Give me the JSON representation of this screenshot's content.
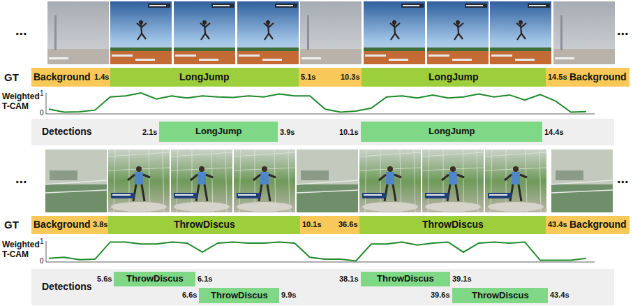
{
  "diagram": {
    "nodes": [
      {
        "text": [
          "Background"
        ]
      },
      {
        "text": [
          "LongJump"
        ]
      },
      {
        "text": [
          "LongJump"
        ]
      },
      {
        "text": [
          "Background"
        ]
      },
      {
        "text": [
          "Detections"
        ]
      },
      {
        "text": [
          "LongJump"
        ],
        "in": 4
      },
      {
        "text": [
          "LongJump"
        ],
        "in": 4
      },
      {
        "text": [
          "Background"
        ]
      },
      {
        "text": [
          "ThrowDiscus"
        ]
      },
      {
        "text": [
          "ThrowDiscus"
        ]
      },
      {
        "text": [
          "Background"
        ]
      },
      {
        "text": [
          "Detections"
        ]
      },
      {
        "text": [
          "ThrowDiscus"
        ],
        "in": 11
      },
      {
        "text": [
          "ThrowDiscus"
        ],
        "in": 11
      },
      {
        "text": [
          "ThrowDiscus"
        ],
        "in": 11
      },
      {
        "text": [
          "ThrowDiscus"
        ],
        "in": 11
      }
    ],
    "labels": [
      "...",
      "...",
      "GT",
      "1.4s",
      "5.1s",
      "10.3s",
      "14.5s",
      "Weighted T-CAM",
      "1",
      "0",
      "2.1s",
      "3.9s",
      "10.1s",
      "14.4s",
      "...",
      "...",
      "GT",
      "3.8s",
      "10.1s",
      "36.6s",
      "43.4s",
      "Weighted T-CAM",
      "1",
      "0",
      "5.6s",
      "6.1s",
      "6.6s",
      "9.9s",
      "38.1s",
      "39.1s",
      "39.6s",
      "43.4s"
    ]
  }
}
